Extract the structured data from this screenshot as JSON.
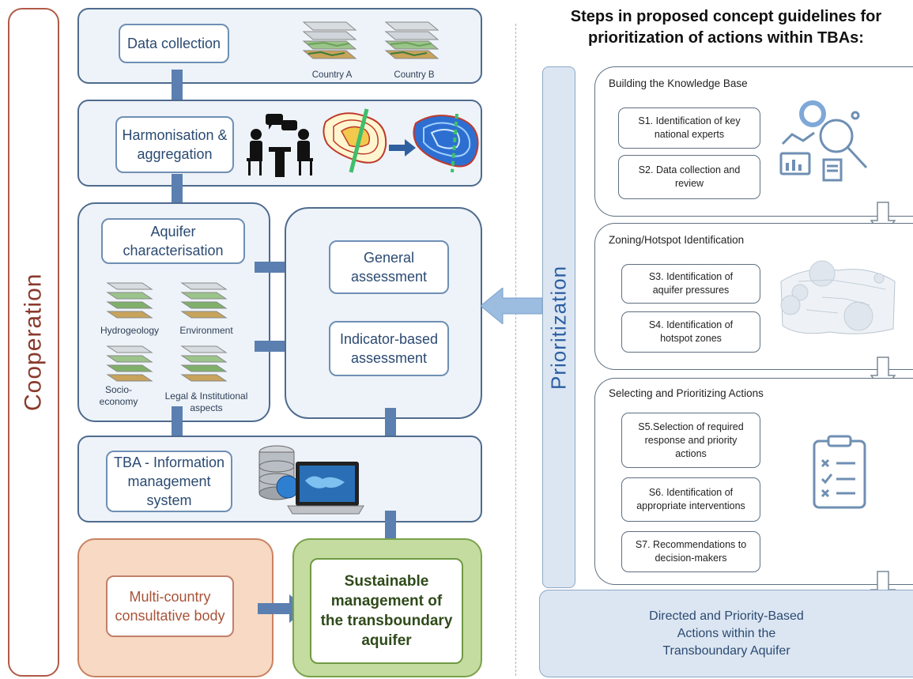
{
  "cooperation_label": "Cooperation",
  "prioritization_label": "Prioritization",
  "header": {
    "line1": "Steps in proposed concept guidelines for",
    "line2": "prioritization of actions within TBAs:"
  },
  "left": {
    "data_collection": "Data collection",
    "country_a": "Country A",
    "country_b": "Country B",
    "harmonisation_line1": "Harmonisation &",
    "harmonisation_line2": "aggregation",
    "aquifer_line1": "Aquifer",
    "aquifer_line2": "characterisation",
    "hydrogeology": "Hydrogeology",
    "environment": "Environment",
    "socio_line1": "Socio-",
    "socio_line2": "economy",
    "legal_line1": "Legal & Institutional",
    "legal_line2": "aspects",
    "general_line1": "General",
    "general_line2": "assessment",
    "indicator_line1": "Indicator-based",
    "indicator_line2": "assessment",
    "tba_line1": "TBA - Information",
    "tba_line2": "management",
    "tba_line3": "system",
    "multi_line1": "Multi-country",
    "multi_line2": "consultative body",
    "sustain_line1": "Sustainable",
    "sustain_line2": "management of",
    "sustain_line3": "the transboundary",
    "sustain_line4": "aquifer"
  },
  "right": {
    "sections": [
      {
        "title": "Building the Knowledge Base"
      },
      {
        "title": "Zoning/Hotspot Identification"
      },
      {
        "title": "Selecting and Prioritizing Actions"
      }
    ],
    "s1_line1": "S1. Identification of key",
    "s1_line2": "national experts",
    "s2_line1": "S2. Data collection and",
    "s2_line2": "review",
    "s3_line1": "S3. Identification of",
    "s3_line2": "aquifer pressures",
    "s4_line1": "S4. Identification of",
    "s4_line2": "hotspot zones",
    "s5_line1": "S5.Selection of required",
    "s5_line2": "response and priority",
    "s5_line3": "actions",
    "s6_line1": "S6. Identification of",
    "s6_line2": "appropriate interventions",
    "s7_line1": "S7. Recommendations to",
    "s7_line2": "decision-makers",
    "final_line1": "Directed and Priority-Based",
    "final_line2": "Actions within the",
    "final_line3": "Transboundary Aquifer"
  },
  "colors": {
    "panel_bg": "#eef3f9",
    "panel_border": "#4f6b8e",
    "arrow": "#5b7fb0",
    "cooperation_border": "#b05a48",
    "cooperation_text": "#8a3a2c",
    "multi_bg": "#f7d9c4",
    "sustain_bg": "#c5dca0",
    "prioritization_bg": "#dce6f2"
  }
}
